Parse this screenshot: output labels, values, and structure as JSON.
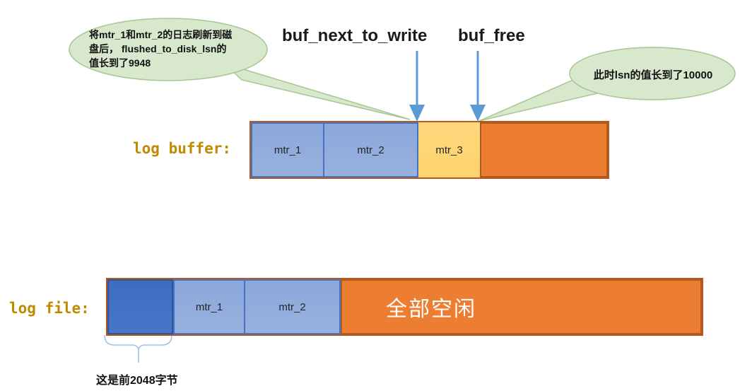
{
  "colors": {
    "bubble_fill": "#D8E8CC",
    "bubble_stroke": "#A6C693",
    "segment_blue": "#8FAADC",
    "segment_blue_border": "#4472C4",
    "segment_dark_blue": "#4472C4",
    "segment_dark_blue_border": "#2F5597",
    "segment_yellow": "#FFD87C",
    "segment_orange": "#ED7D31",
    "bar_border": "#B55A1E",
    "arrow_blue": "#5B9BD5",
    "title_gold": "#C08A00",
    "bracket_blue": "#9DC3E6"
  },
  "callouts": {
    "left": {
      "lines": [
        "将mtr_1和mtr_2的日志刷新到磁",
        "盘后， flushed_to_disk_lsn的",
        "值长到了9948"
      ]
    },
    "right": {
      "text": "此时lsn的值长到了10000"
    }
  },
  "pointers": {
    "buf_next_to_write": "buf_next_to_write",
    "buf_free": "buf_free"
  },
  "log_buffer": {
    "title": "log buffer:",
    "segments": [
      {
        "label": "mtr_1"
      },
      {
        "label": "mtr_2"
      },
      {
        "label": "mtr_3"
      },
      {
        "label": ""
      }
    ]
  },
  "log_file": {
    "title": "log file:",
    "segments": [
      {
        "label": ""
      },
      {
        "label": "mtr_1"
      },
      {
        "label": "mtr_2"
      },
      {
        "label": "全部空闲"
      }
    ]
  },
  "bracket_caption": "这是前2048字节"
}
